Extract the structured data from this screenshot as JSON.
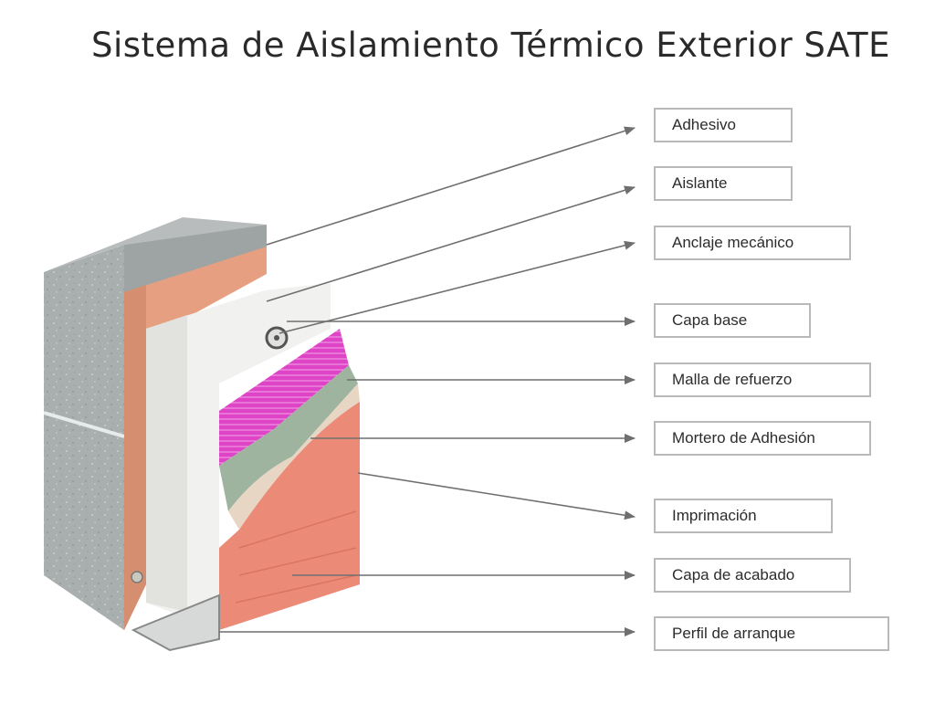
{
  "title": "Sistema de Aislamiento Térmico Exterior SATE",
  "layers": [
    {
      "label": "Adhesivo"
    },
    {
      "label": "Aislante"
    },
    {
      "label": "Anclaje mecánico"
    },
    {
      "label": "Capa base"
    },
    {
      "label": "Malla de refuerzo"
    },
    {
      "label": "Mortero de Adhesión"
    },
    {
      "label": "Imprimación"
    },
    {
      "label": "Capa de acabado"
    },
    {
      "label": "Perfil de arranque"
    }
  ],
  "colors": {
    "concrete": "#a9aeaf",
    "adhesive": "#e6a081",
    "insulation": "#f1f1ef",
    "mesh": "#dd44c6",
    "base_coat": "#9fb49f",
    "finish": "#ec8a78",
    "leader_line": "#6f6f6f",
    "label_border": "#b9b9b9"
  }
}
